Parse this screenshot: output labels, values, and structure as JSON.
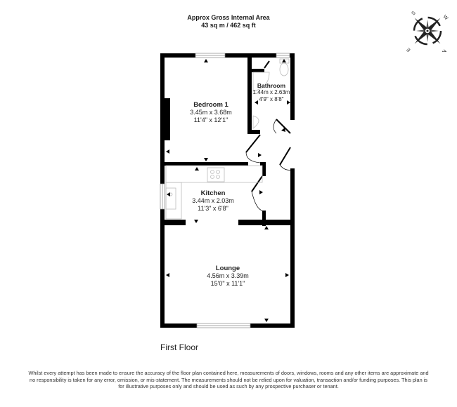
{
  "header": {
    "title": "Approx Gross Internal Area",
    "area": "43 sq m / 462 sq ft"
  },
  "compass": {
    "icon": "compass-rose-icon",
    "labels": [
      "W",
      "S",
      "E",
      "N"
    ]
  },
  "rooms": [
    {
      "name": "Bedroom 1",
      "metric": "3.45m x 3.68m",
      "imperial": "11'4\" x 12'1\""
    },
    {
      "name": "Bathroom",
      "metric": "1.44m x 2.63m",
      "imperial": "4'9\" x 8'8\""
    },
    {
      "name": "Kitchen",
      "metric": "3.44m x 2.03m",
      "imperial": "11'3\" x 6'8\""
    },
    {
      "name": "Lounge",
      "metric": "4.56m x 3.39m",
      "imperial": "15'0\" x 11'1\""
    }
  ],
  "floor": {
    "label": "First Floor"
  },
  "disclaimer": "Whilst every attempt has been made to ensure the accuracy of the floor plan contained here, measurements of doors, windows, rooms and any other items are approximate and no responsibility is taken for any error, omission, or mis-statement. The measurements should not be relied upon for valuation, transaction and/or funding purposes. This plan is for illustrative purposes only and should be used as such by any prospective purchaser or tenant.",
  "colors": {
    "wall": "#000000",
    "fixture": "#bbbbbb",
    "background": "#ffffff"
  }
}
